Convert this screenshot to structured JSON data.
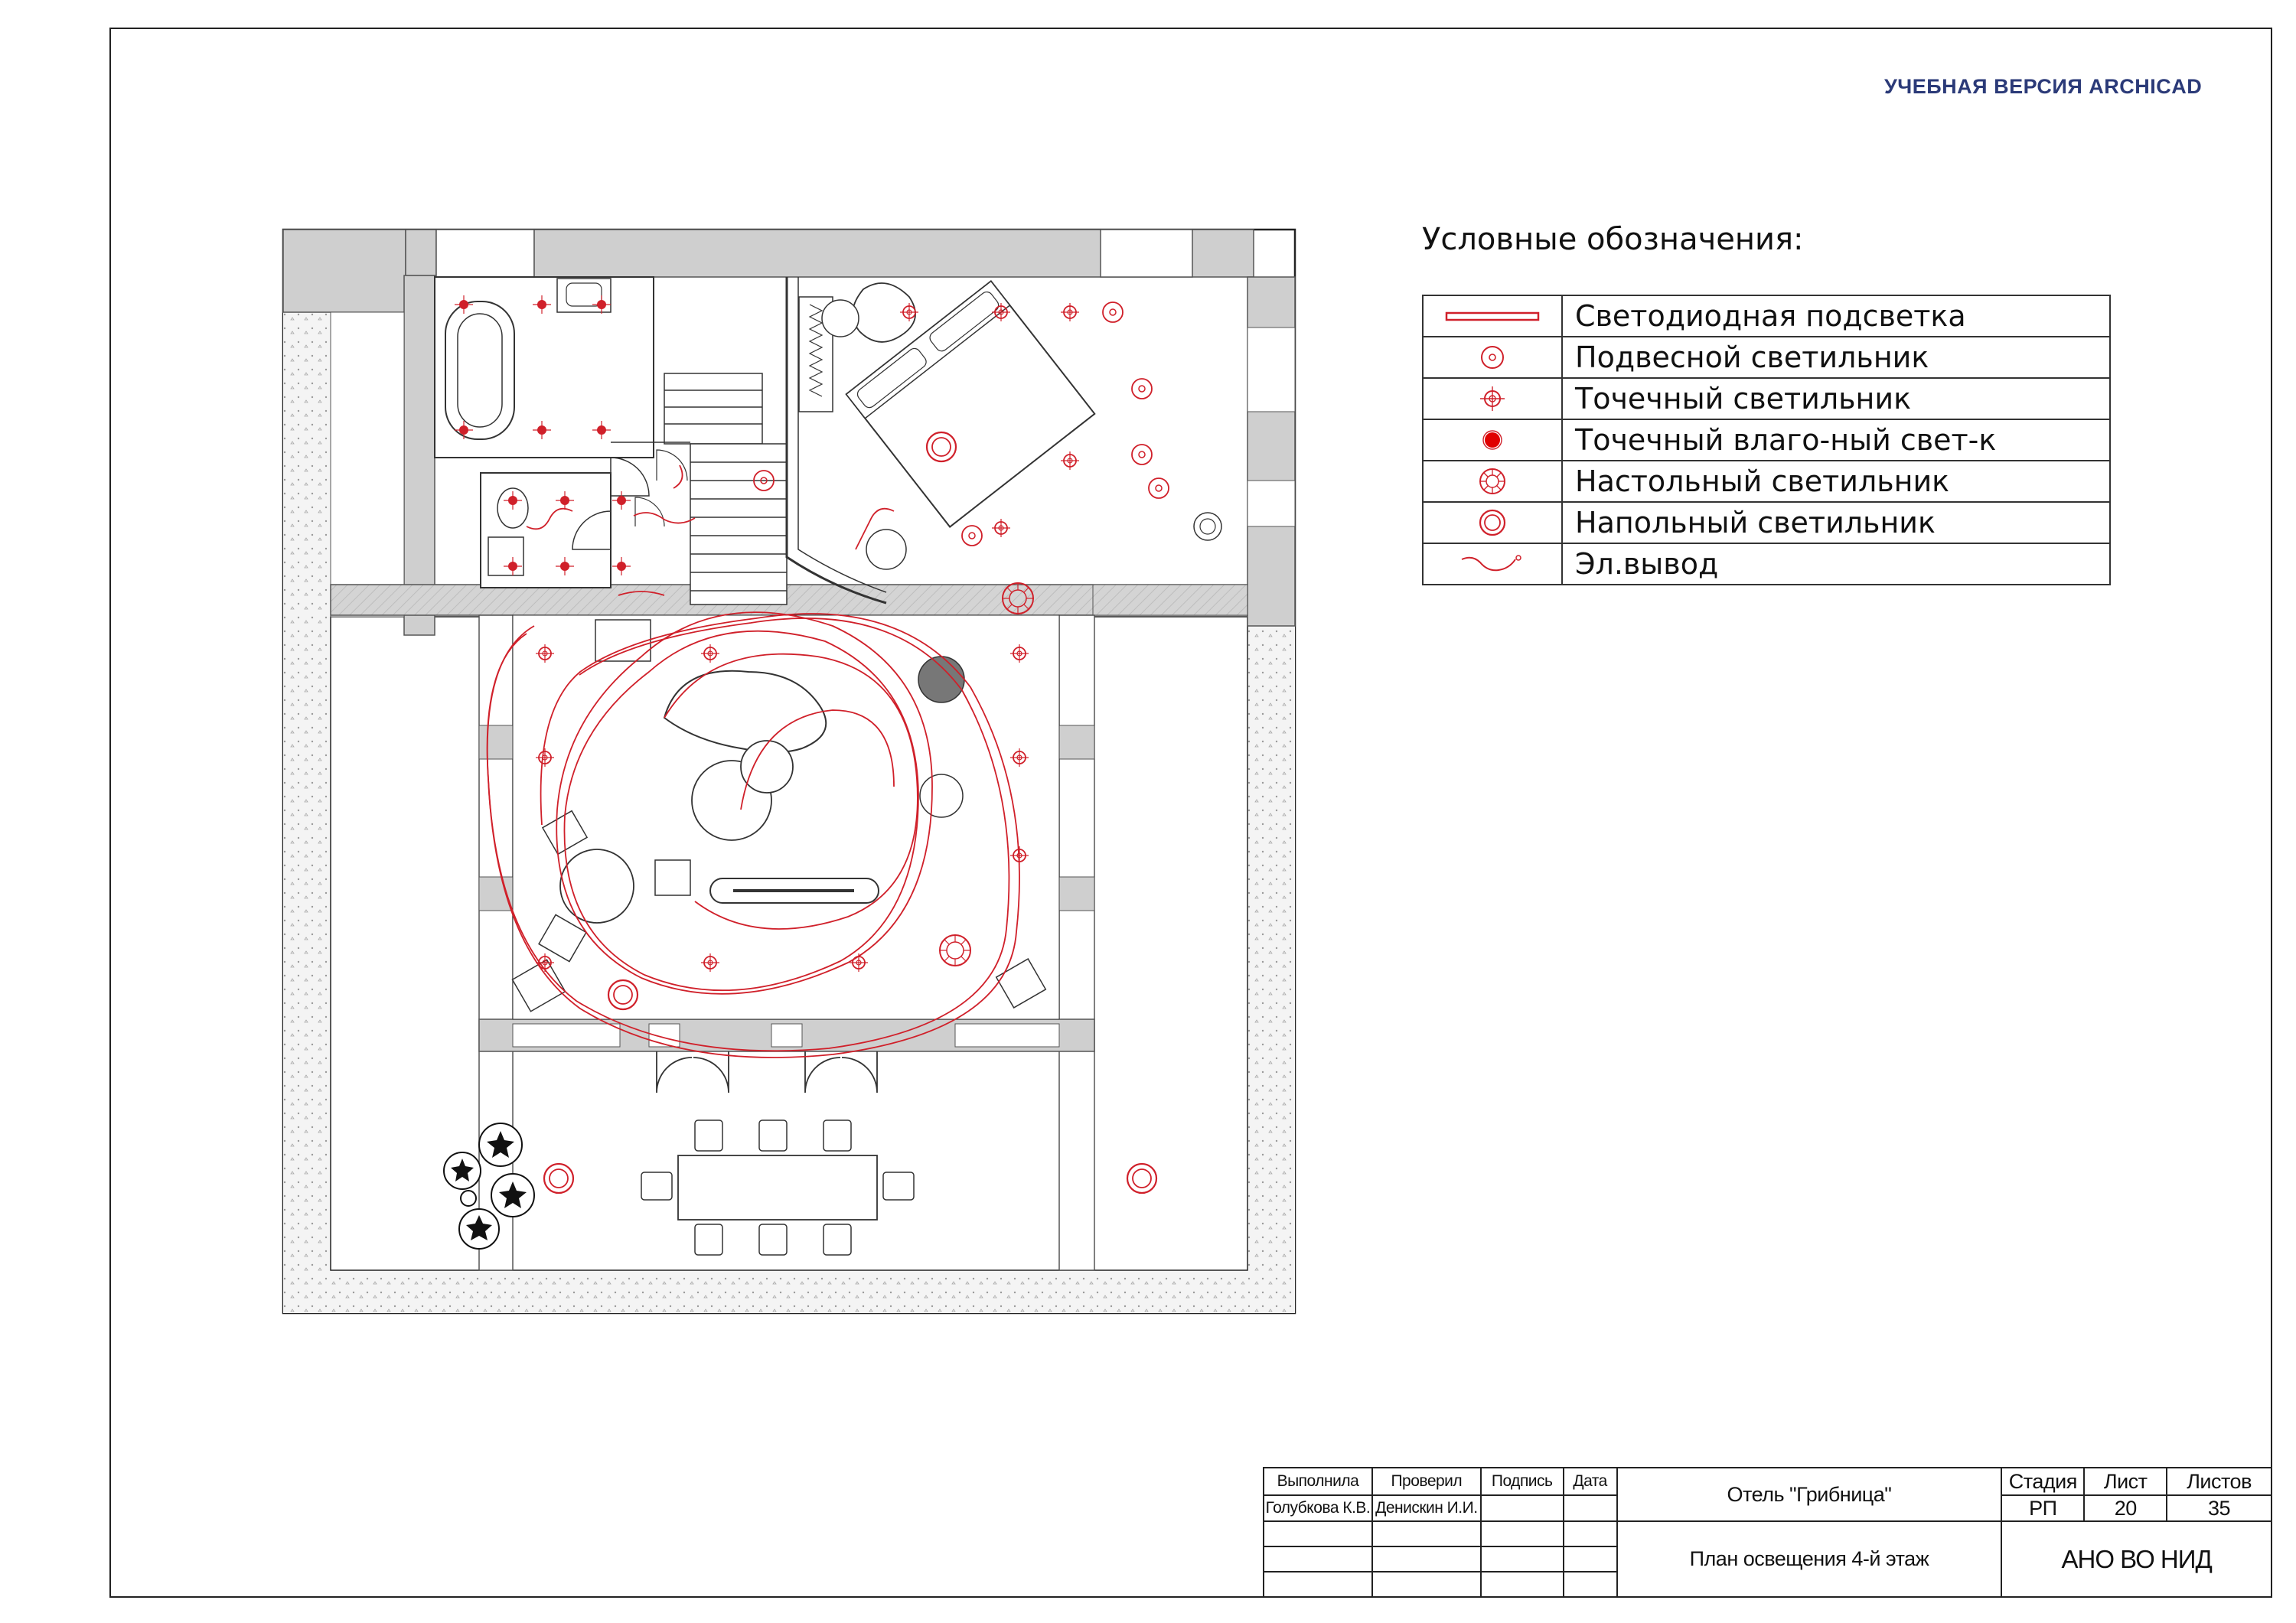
{
  "watermark": "УЧЕБНАЯ ВЕРСИЯ ARCHICAD",
  "legend": {
    "title": "Условные обозначения:",
    "items": [
      {
        "icon": "led-strip-icon",
        "label": "Светодиодная подсветка"
      },
      {
        "icon": "pendant-light-icon",
        "label": "Подвесной светильник"
      },
      {
        "icon": "spot-light-icon",
        "label": "Точечный светильник"
      },
      {
        "icon": "waterproof-spot-icon",
        "label": "Точечный влаго-ный свет-к"
      },
      {
        "icon": "table-lamp-icon",
        "label": "Настольный светильник"
      },
      {
        "icon": "floor-lamp-icon",
        "label": "Напольный светильник"
      },
      {
        "icon": "power-outlet-icon",
        "label": "Эл.вывод"
      }
    ]
  },
  "colors": {
    "light_red": "#d0202a",
    "wall_fill": "#cfcfcf",
    "title_blue": "#2b3a78"
  },
  "stamp": {
    "col_performed": "Выполнила",
    "col_checked": "Проверил",
    "col_signature": "Подпись",
    "col_date": "Дата",
    "performed_by": "Голубкова К.В.",
    "checked_by": "Денискин И.И.",
    "project": "Отель \"Грибница\"",
    "sheet_title": "План освещения 4-й этаж",
    "stage_label": "Стадия",
    "sheet_label": "Лист",
    "sheets_label": "Листов",
    "stage": "РП",
    "sheet": "20",
    "sheets": "35",
    "organization": "АНО ВО НИД"
  }
}
